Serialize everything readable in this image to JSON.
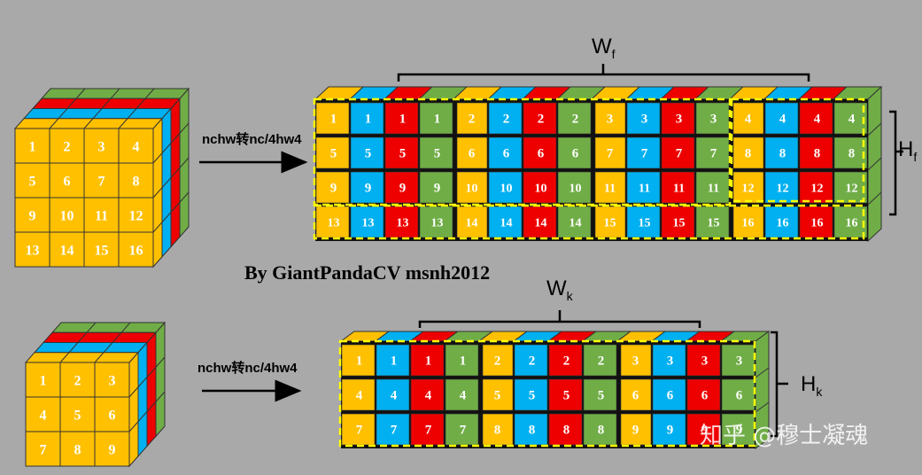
{
  "colors": {
    "yellow": "#ffc000",
    "blue": "#00b0f0",
    "red": "#ee0000",
    "green": "#70ad47",
    "bg": "#a9a9a9"
  },
  "top": {
    "cube_labels": [
      "1",
      "2",
      "3",
      "4",
      "5",
      "6",
      "7",
      "8",
      "9",
      "10",
      "11",
      "12",
      "13",
      "14",
      "15",
      "16"
    ],
    "arrow_label": "nchw转nc/4hw4",
    "width_label": "W",
    "width_sub": "f",
    "height_label": "H",
    "height_sub": "f",
    "rows": [
      [
        "1",
        "1",
        "1",
        "1",
        "2",
        "2",
        "2",
        "2",
        "3",
        "3",
        "3",
        "3",
        "4",
        "4",
        "4",
        "4"
      ],
      [
        "5",
        "5",
        "5",
        "5",
        "6",
        "6",
        "6",
        "6",
        "7",
        "7",
        "7",
        "7",
        "8",
        "8",
        "8",
        "8"
      ],
      [
        "9",
        "9",
        "9",
        "9",
        "10",
        "10",
        "10",
        "10",
        "11",
        "11",
        "11",
        "11",
        "12",
        "12",
        "12",
        "12"
      ],
      [
        "13",
        "13",
        "13",
        "13",
        "14",
        "14",
        "14",
        "14",
        "15",
        "15",
        "15",
        "15",
        "16",
        "16",
        "16",
        "16"
      ]
    ]
  },
  "credit": "By GiantPandaCV msnh2012",
  "bottom": {
    "cube_labels": [
      "1",
      "2",
      "3",
      "4",
      "5",
      "6",
      "7",
      "8",
      "9"
    ],
    "arrow_label": "nchw转nc/4hw4",
    "width_label": "W",
    "width_sub": "k",
    "height_label": "H",
    "height_sub": "k",
    "rows": [
      [
        "1",
        "1",
        "1",
        "1",
        "2",
        "2",
        "2",
        "2",
        "3",
        "3",
        "3",
        "3"
      ],
      [
        "4",
        "4",
        "4",
        "4",
        "5",
        "5",
        "5",
        "5",
        "6",
        "6",
        "6",
        "6"
      ],
      [
        "7",
        "7",
        "7",
        "7",
        "8",
        "8",
        "8",
        "8",
        "9",
        "9",
        "9",
        "9"
      ]
    ]
  },
  "watermark": "知乎 @穆士凝魂"
}
